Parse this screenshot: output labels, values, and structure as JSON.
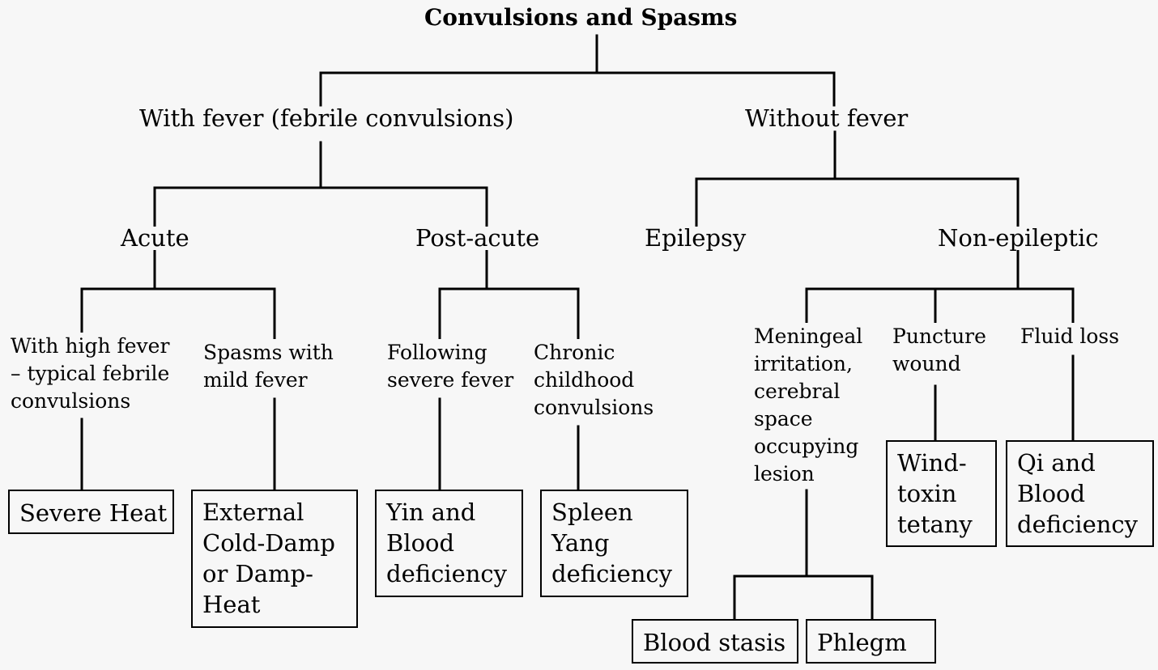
{
  "title": "Convulsions and Spasms",
  "branches": {
    "with_fever": {
      "label": "With fever (febrile convulsions)",
      "acute": {
        "label": "Acute",
        "high_fever": {
          "label": "With high fever – typical febrile convulsions",
          "pattern": "Severe Heat"
        },
        "mild_fever": {
          "label": "Spasms with mild fever",
          "pattern": "External Cold-Damp or Damp-Heat"
        }
      },
      "post_acute": {
        "label": "Post-acute",
        "following": {
          "label": "Following severe fever",
          "pattern": "Yin and Blood deficiency"
        },
        "chronic": {
          "label": "Chronic childhood convulsions",
          "pattern": "Spleen Yang deficiency"
        }
      }
    },
    "without_fever": {
      "label": "Without fever",
      "epilepsy": {
        "label": "Epilepsy"
      },
      "non_epileptic": {
        "label": "Non-epileptic",
        "meningeal": {
          "label": "Meningeal irritation, cerebral space occupying lesion",
          "patterns": [
            "Blood stasis",
            "Phlegm"
          ]
        },
        "puncture": {
          "label": "Puncture wound",
          "pattern": "Wind-toxin tetany"
        },
        "fluid": {
          "label": "Fluid loss",
          "pattern": "Qi and Blood deficiency"
        }
      }
    }
  }
}
